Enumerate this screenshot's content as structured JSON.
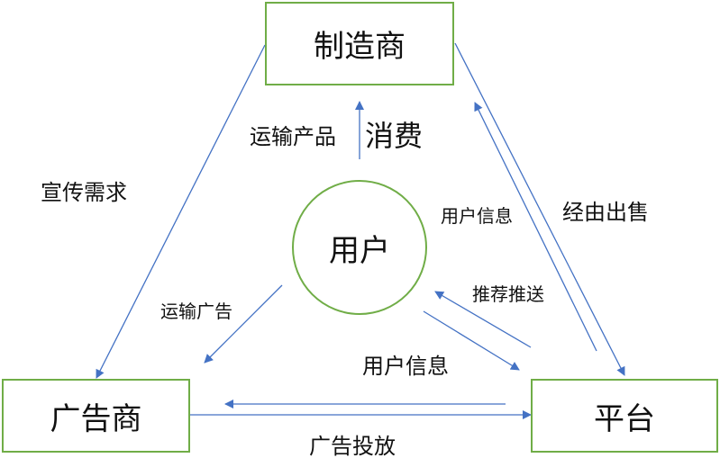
{
  "nodes": {
    "manufacturer": "制造商",
    "advertiser": "广告商",
    "platform": "平台",
    "user": "用户"
  },
  "labels": {
    "promo_demand": "宣传需求",
    "ship_product": "运输产品",
    "consume": "消费",
    "user_info_upper": "用户信息",
    "sold_via": "经由出售",
    "recommend_push": "推荐推送",
    "ship_ads": "运输广告",
    "user_info_lower": "用户信息",
    "ad_delivery": "广告投放"
  },
  "colors": {
    "node_border": "#70ad47",
    "arrow": "#4472c4"
  }
}
